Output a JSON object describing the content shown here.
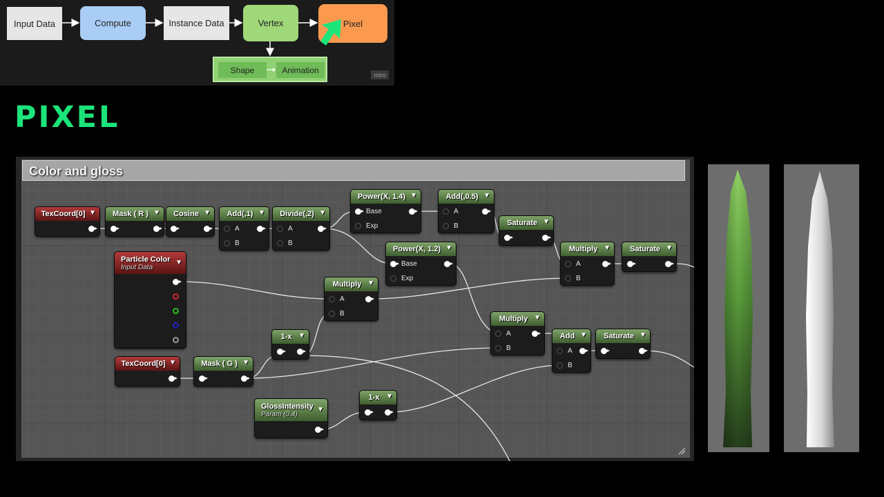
{
  "pipeline": {
    "steps": [
      "Input Data",
      "Compute",
      "Instance Data",
      "Vertex",
      "Pixel"
    ],
    "sub_steps": [
      "Shape",
      "Animation"
    ],
    "badge": "miro",
    "colors": {
      "data": "#e6e6e6",
      "compute": "#a9cdf5",
      "vertex": "#9fd779",
      "pixel": "#fb9a4f",
      "cursor": "#1be57a"
    }
  },
  "page_title": "PIXEL",
  "graph": {
    "comment_title": "Color and gloss",
    "nodes": {
      "texcoord1": "TexCoord[0]",
      "mask_r": "Mask ( R )",
      "cosine": "Cosine",
      "add1": "Add(,1)",
      "divide2": "Divide(,2)",
      "power14": "Power(X, 1.4)",
      "add05": "Add(,0.5)",
      "saturate1": "Saturate",
      "power12": "Power(X, 1.2)",
      "multiply_top": "Multiply",
      "saturate2": "Saturate",
      "particle_color": {
        "title": "Particle Color",
        "subtitle": "Input Data"
      },
      "multiply_mid": "Multiply",
      "one_minus_x_1": "1-x",
      "multiply_low": "Multiply",
      "add_low": "Add",
      "saturate3": "Saturate",
      "texcoord2": "TexCoord[0]",
      "mask_g": "Mask ( G )",
      "gloss": {
        "title": "GlossIntensity",
        "subtitle": "Param (0.4)"
      },
      "one_minus_x_2": "1-x"
    },
    "pin_labels": {
      "a": "A",
      "b": "B",
      "base": "Base",
      "exp": "Exp"
    }
  },
  "previews": {
    "color_label": "",
    "gloss_label": ""
  }
}
